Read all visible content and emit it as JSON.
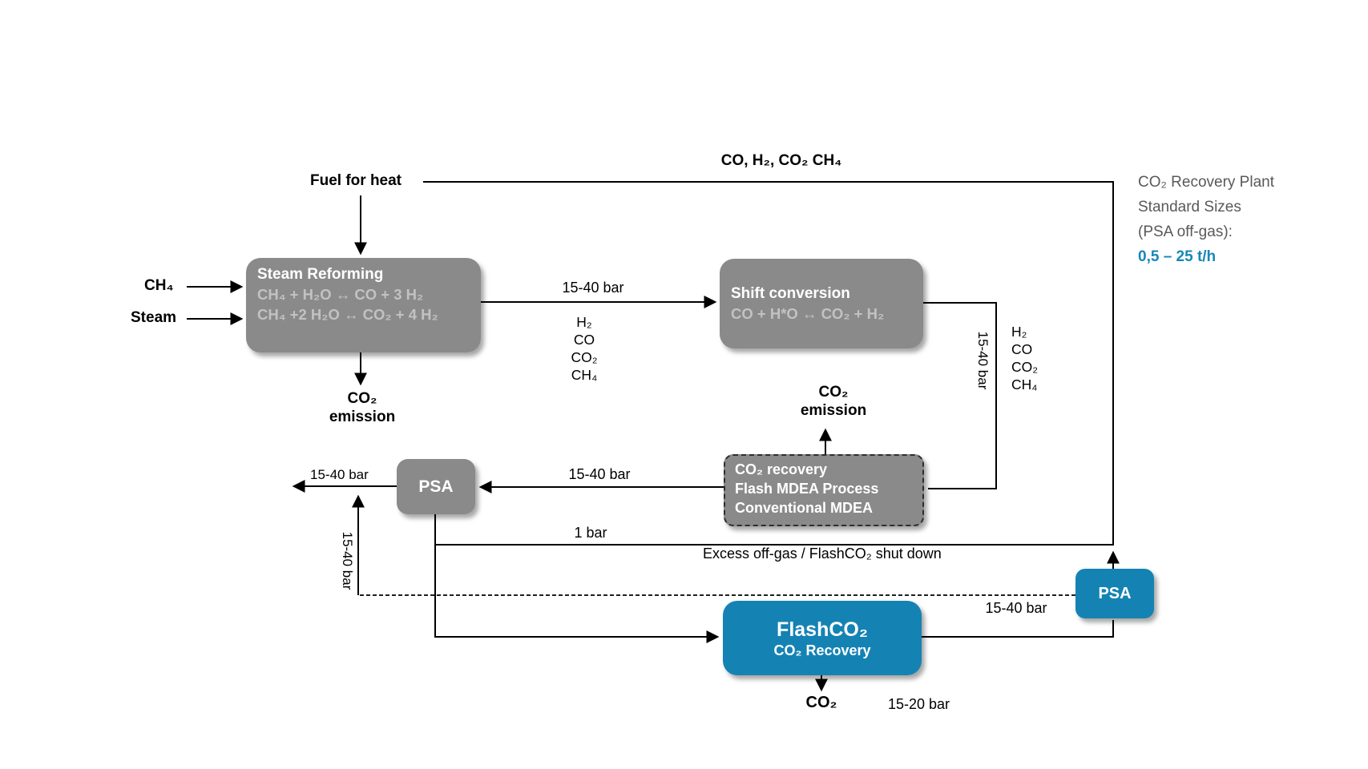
{
  "diagram": {
    "boxes": {
      "steam_reforming": {
        "title": "Steam Reforming",
        "eq1": "CH₄ + H₂O  ↔ CO + 3 H₂",
        "eq2": "CH₄ +2 H₂O ↔ CO₂ + 4 H₂"
      },
      "shift_conversion": {
        "title": "Shift conversion",
        "eq1": "CO + H*O ↔ CO₂ + H₂"
      },
      "co2_recovery": {
        "line1": "CO₂ recovery",
        "line2": "Flash MDEA Process",
        "line3": "Conventional MDEA"
      },
      "psa_left": {
        "label": "PSA"
      },
      "flash_co2": {
        "title": "FlashCO₂",
        "subtitle": "CO₂ Recovery"
      },
      "psa_right": {
        "label": "PSA"
      }
    },
    "labels": {
      "fuel_for_heat": "Fuel for heat",
      "top_gas": "CO, H₂, CO₂ CH₄",
      "ch4_feed": "CH₄",
      "steam_feed": "Steam",
      "pressure_sr_shift": "15-40 bar",
      "mid_gas_stack": "H₂\nCO\nCO₂\nCH₄",
      "right_gas_stack": "H₂\nCO\nCO₂\nCH₄",
      "pressure_right_vertical": "15-40 bar",
      "sr_emission": "CO₂\nemission",
      "recovery_emission": "CO₂\nemission",
      "pressure_recovery_psa": "15-40 bar",
      "pressure_psa_product": "15-40 bar",
      "pressure_left_vertical": "15-40 bar",
      "pressure_one_bar": "1 bar",
      "excess_offgas": "Excess off-gas / FlashCO₂ shut down",
      "pressure_flash_psa": "15-40 bar",
      "flash_co2_out": "CO₂",
      "pressure_flash_out": "15-20 bar"
    },
    "sidebar": {
      "line1": "CO₂ Recovery Plant",
      "line2": "Standard Sizes",
      "line3": "(PSA off-gas):",
      "line4": "0,5 – 25 t/h"
    },
    "colors": {
      "box_gray": "#8a8a8a",
      "box_blue": "#1483b4",
      "equation_text": "#c2c2c2",
      "sidebar_text": "#595959",
      "accent_blue": "#1787b8",
      "line_black": "#000000"
    }
  }
}
